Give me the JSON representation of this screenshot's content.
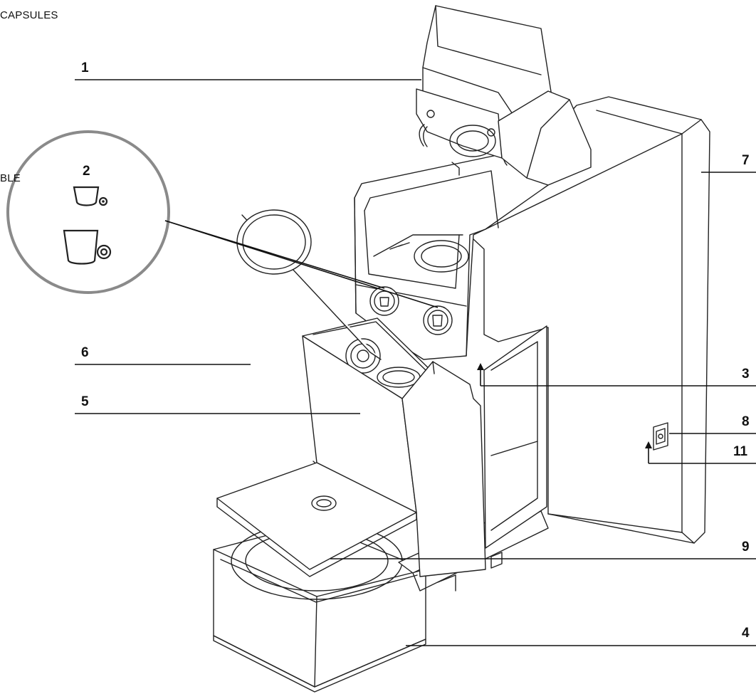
{
  "diagram": {
    "side_texts": {
      "top_left": "CAPSULES",
      "mid_left": "BLE"
    },
    "callouts": [
      {
        "id": "1",
        "label": "1"
      },
      {
        "id": "2",
        "label": "2"
      },
      {
        "id": "3",
        "label": "3"
      },
      {
        "id": "4",
        "label": "4"
      },
      {
        "id": "5",
        "label": "5"
      },
      {
        "id": "6",
        "label": "6"
      },
      {
        "id": "7",
        "label": "7"
      },
      {
        "id": "8",
        "label": "8"
      },
      {
        "id": "9",
        "label": "9"
      },
      {
        "id": "11",
        "label": "11"
      }
    ],
    "colors": {
      "line": "#222222",
      "background": "#ffffff",
      "zoom_circle": "#8a8a8a"
    },
    "icons": [
      "espresso-cup-icon",
      "lungo-cup-icon"
    ]
  }
}
